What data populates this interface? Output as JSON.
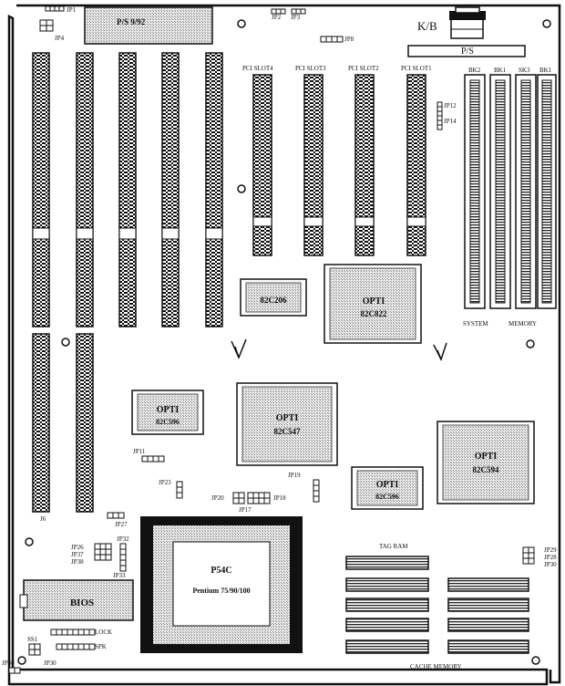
{
  "labels": {
    "jp1": "JP1",
    "jp4": "JP4",
    "jp2": "JP2",
    "jp3": "JP3",
    "jp8": "JP8",
    "kb": "K/B",
    "ps": "P/S",
    "bios_top": "P/S  9/92",
    "pci4": "PCI SLOT4",
    "pci3": "PCI SLOT3",
    "pci2": "PCI SLOT2",
    "pci1": "PCI SLOT1",
    "jp12": "JP12",
    "jp14": "JP14",
    "bk2": "BK2",
    "bk1a": "BK1",
    "bk3": "SK3",
    "bk1b": "BK1",
    "system": "SYSTEM",
    "memory": "MEMORY",
    "j6": "J6",
    "jp11": "JP11",
    "jp19": "JP19",
    "jp23": "JP23",
    "jp20": "JP20",
    "jp18": "JP18",
    "jp17": "JP17",
    "jp27": "JP27",
    "jp26": "JP26",
    "jp37": "JP37",
    "jp38": "JP38",
    "jp32": "JP32",
    "jp33": "JP33",
    "jp29": "JP29",
    "jp28": "JP28",
    "jp30r": "JP30",
    "tag_ram": "TAG RAM",
    "cache_memory": "CACHE MEMORY",
    "lock": "LOCK",
    "spk": "SPK",
    "ss1": "SS1",
    "jp40": "JP40",
    "jp30": "JP30"
  },
  "chips": {
    "c82c206": "82C206",
    "opti_a_1": "OPTI",
    "opti_a_2": "82C822",
    "opti_b_1": "OPTI",
    "opti_b_2": "82C596",
    "opti_c_1": "OPTI",
    "opti_c_2": "82C547",
    "opti_d_1": "OPTI",
    "opti_d_2": "82C596",
    "opti_e_1": "OPTI",
    "opti_e_2": "82C594",
    "cpu_1": "P54C",
    "cpu_2": "Pentium 75/90/100",
    "bios": "BIOS"
  }
}
